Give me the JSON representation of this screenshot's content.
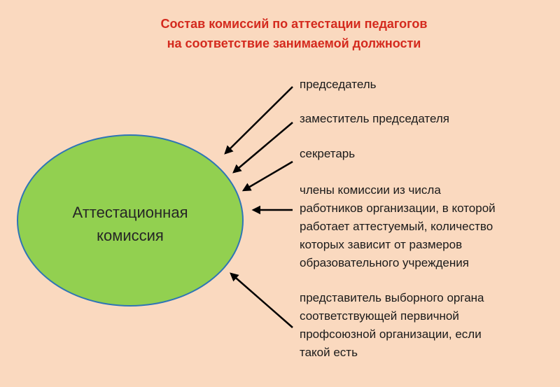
{
  "title": {
    "line1": "Состав комиссий по аттестации педагогов",
    "line2": "на соответствие занимаемой должности"
  },
  "center": {
    "line1": "Аттестационная",
    "line2": "комиссия"
  },
  "members": [
    {
      "lines": [
        "председатель"
      ]
    },
    {
      "lines": [
        "заместитель председателя"
      ]
    },
    {
      "lines": [
        "секретарь"
      ]
    },
    {
      "lines": [
        "члены комиссии из числа",
        "работников организации, в которой",
        "работает аттестуемый, количество",
        "которых зависит от размеров",
        "образовательного учреждения"
      ]
    },
    {
      "lines": [
        "представитель выборного органа",
        "соответствующей первичной",
        "профсоюзной организации, если",
        "такой есть"
      ]
    }
  ],
  "colors": {
    "background": "#fad9bf",
    "title": "#d42a1e",
    "circle_fill": "#92d050",
    "circle_border": "#2e75b6",
    "arrow": "#000000"
  }
}
